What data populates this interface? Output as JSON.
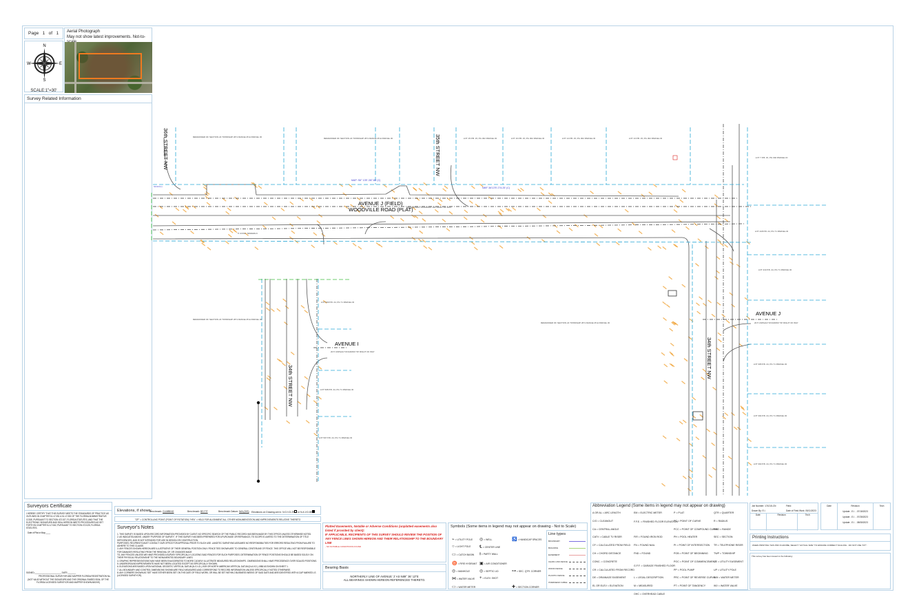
{
  "header": {
    "page_label": "Page",
    "page_num": "1",
    "of_label": "of",
    "page_total": "1",
    "scale": "SCALE:1\"=30'",
    "compass": {
      "n": "N",
      "s": "S",
      "e": "E",
      "w": "W"
    },
    "aerial_title": "Aerial Photograph",
    "aerial_subtitle": "May not show latest improvements. Not-to-scale.",
    "survey_info_title": "Survey Related Information"
  },
  "map": {
    "streets": {
      "st36": "36th STREET NW",
      "st35": "35th STREET NW",
      "ave_j_field": "AVENUE J (FIELD)",
      "woodville": "WOODVILLE ROAD (PLAT)",
      "st34_left": "34th STREET NW",
      "st34_right": "34th STREET NW",
      "ave_i": "AVENUE I",
      "ave_j": "AVENUE J"
    },
    "parcels": [
      {
        "id": "rem1",
        "text": "REMAINDER OF SECTION 24 TOWNSHIP 28 S RANGE 25 E PARCEL ID"
      },
      {
        "id": "rem2",
        "text": "REMAINDER OF SECTION 24 TOWNSHIP 28 S RANGE 25 E PARCEL ID"
      },
      {
        "id": "lot15",
        "text": "LOT 15 P.B. 15, PG 302 PARCEL ID"
      },
      {
        "id": "lot16",
        "text": "LOT 16 P.B. 15, PG 302 PARCEL ID"
      },
      {
        "id": "lot14",
        "text": "LOT 14 P.B. 15, PG 302 PARCEL ID"
      },
      {
        "id": "lot13",
        "text": "LOT 13 P.B. 15, PG 302 PARCEL ID"
      },
      {
        "id": "lot_r1",
        "text": "LOT 7 P.B. 15, PG 302 PARCEL ID"
      },
      {
        "id": "lot418",
        "text": "LOT 418 P.B. 24, PG 71 PARCEL ID"
      },
      {
        "id": "lot419",
        "text": "LOT 419 P.B. 24, PG 71 PARCEL ID"
      },
      {
        "id": "rem3",
        "text": "REMAINDER OF SECTION 24 TOWNSHIP 28 S RANGE 25 E PARCEL ID"
      },
      {
        "id": "lot395",
        "text": "LOT 395 P.B. 24, PG 71 PARCEL ID"
      },
      {
        "id": "lot394",
        "text": "LOT 394 P.B. 24, PG 71 PARCEL ID"
      },
      {
        "id": "lot393",
        "text": "LOT 393 P.B. 24, PG 71 PARCEL ID"
      },
      {
        "id": "lot_l1",
        "text": "LOT 509 P.B. 24, PG 71 PARCEL ID"
      },
      {
        "id": "lot_l2",
        "text": "LOT 508 P.B. 24, PG 71 PARCEL ID"
      },
      {
        "id": "lot_l3",
        "text": "LOT 507 P.B. 24, PG 71 PARCEL ID"
      },
      {
        "id": "rem4",
        "text": "REMAINDER OF SECTION 24 TOWNSHIP 28 S RANGE 25 E PARCEL ID"
      }
    ],
    "notes": {
      "map_call_1": "MAP: S6° 13'E 287.80' (C)",
      "map_call_2": "N89° 36'13\"E 274.25' (C)",
      "ave_j_row": "28.5' ASPHALT ROADWAY 100' RIGHT OF WAY",
      "ave_i_row": "20.5' ASPHALT ROADWAY 50' RIGHT OF WAY",
      "ave_j2_row": "20.5' ASPHALT ROADWAY 50' RIGHT OF WAY",
      "sidewalk": "5' CONC. SIDEWALK",
      "ave_i_tag": "S0.02'(C)"
    }
  },
  "certificate": {
    "title": "Surveyors Certificate",
    "body": "I HEREBY CERTIFY THAT THIS SURVEY MEETS THE STANDARDS OF PRACTICE AS OUTLINED IN CHAPTER 5J-17.051 & 5J-17.052 OF THE FLORIDA ADMINISTRATIVE CODE, PURSUANT TO SECTION 472.027, FLORIDA STATUTES, AND THAT THE ELECTRONIC SIGNATURE AND SEAL HEREON MEETS PROCEDURES AS SET FORTH IN CHAPTER 5J-17.062, PURSUANT TO SECTION 472.025, FLORIDA STATUTES.",
    "date_label": "Date of Plat or Map:____",
    "signed": "SIGNED:_______________________ DATE:_______",
    "profession": "PROFESSIONAL SURVEYOR AND MAPPER FLORIDA REGISTRATION No.",
    "footer": "(NOT VALID WITHOUT THE SIGNATURE AND THE ORIGINAL RAISED SEAL OF THE FLORIDA LICENSED SURVEYOR AND MAPPER SHOWN ABOVE)"
  },
  "elevations": {
    "title": "Elevations, if shown:",
    "benchmark1_label": "Benchmark:",
    "benchmark1": "CLIMBING",
    "benchmark2_label": "Benchmark:",
    "benchmark2": "BS FIT",
    "datum_label": "Benchmark Datum:",
    "datum": "N/A (GIS)",
    "on_drawing_label": "Elevations on Drawing are in:",
    "opt1": "N.G.V.D.29",
    "or": "or",
    "opt2": "N.A.V.D.88",
    "cp_note": "\"CP\" = CONTROLLING POINT (POINT OF ROTATION)    \"HFA\" = HELD FOR ALIGNMENT    ALL OTHER MONUMENTATION AND IMPROVEMENTS RELATIVE THERETO"
  },
  "notes": {
    "title": "Surveyor's Notes",
    "items": [
      "1. THIS SURVEY IS BASED UPON RECORD INFORMATION PROVIDED BY CLIENT. NO SPECIFIC SEARCH OF THE PUBLIC RECORD HAS BEEN MADE BY THIS OFFICE UNLESS OTHERWISE NOTED.",
      "2. AS INDICATED ABOVE, UNDER \"PURPOSE OF SURVEY\", IF THIS SURVEY HAS BEEN PREPARED FOR A PURCHASE OR REFINANCE, ITS SCOPE IS LIMITED TO THE DETERMINATION OF TITLE DEFICIENCIES, AND IS NOT INTENDED FOR USE IN DESIGN OR CONSTRUCTION.",
      "   PURPOSES. RECIPIENTS MUST CONTACT OUR OFFICE FOR APPROVAL PRIOR TO SUCH USE. LANDTEC SURVEYING ASSUMES NO RESPONSIBILITIES FOR ERRORS RESULTING FROM FAILURE TO ADHERE TO THIS CLAUSE.",
      "3. ANY FENCES SHOWN HEREON ARE ILLUSTRATIVE OF THEIR GENERAL POSITION ONLY. FENCE TIES SHOWN ARE TO GENERAL CENTERLINE OF FENCE. THIS OFFICE WILL NOT BE RESPONSIBLE FOR DAMAGES RESULTING FROM THE REMOVAL OF, OR CHANGES MADE",
      "   TO, ANY FENCES UNLESS WE HAVE PROVIDED A SURVEY SPECIFICALLY LOCATING SAID FENCES FOR SUCH PURPOSES. DETERMINATION OF FENCE POSITIONS SHOULD BE BASED SOLELY ON THEIR PHYSICAL RELATIONSHIP TO THE MONUMENTED BOUNDARY LINES.",
      "4. GRAPHIC REPRESENTATIONS MAY HAVE BEEN EXAGGERATED TO MORE CLEARLY ILLUSTRATE MEASURED RELATIONSHIPS - DIMENSIONS SHALL HAVE PRECEDENCE OVER SCALED POSITIONS.",
      "5. UNDERGROUND IMPROVEMENTS HAVE NOT BEEN LOCATED EXCEPT AS SPECIFICALLY SHOWN.",
      "6. ELEVATIONS ARE BASED UPON NATIONAL GEODETIC VERTICAL DATUM (N.G.V.D.) 1929 OR NORTH AMERICAN VERTICAL DATUM (N.A.V.D.) 1988 AS SHOWN ON SHEET 1.",
      "7. ALL BOUNDARY AND CONTROL DIMENSIONS SHOWN ARE FIELD MEASURED AND CORRESPOND TO RECORD INFORMATION UNLESS SPECIFICALLY NOTED OTHERWISE.",
      "8. ANY CORNERS SHOWN AS 'SET' HAVE EITHER BEEN SET ON THE DATE OF FIELD WORK, OR WILL BE SET WITHIN 2 BUSINESS WEEKS OF SAID DATE AND ARE IDENTIFIED WITH A CAP MARKED LS (LICENSED SURVEYOR)."
    ]
  },
  "easements": {
    "title": "Platted Easements, Notable or Adverse Conditions (unplatted easements also listed if provided by client):",
    "warning": "IF APPLICABLE, RECIPIENTS OF THIS SURVEY SHOULD REVIEW THE POSITION OF ANY FENCE LINES SHOWN HEREON AND THEIR RELATIONSHIP TO THE BOUNDARY LINE",
    "none": "- NO NOTABLE CONDITIONS FOUND"
  },
  "bearing": {
    "title": "Bearing Basis",
    "line1": "NORTHERLY LINE OF AVENUE 'J' AS N89° 36' 13\"E",
    "line2": "ALL BEARINGS SHOWN HEREON REFERENCED THERETO."
  },
  "symbols": {
    "title": "Symbols (Some items in legend may not appear on drawing - Not to Scale)",
    "items": [
      "= UTILITY POLE",
      "= LIGHT POLE",
      "= CATCH BASIN",
      "= FIRE HYDRANT",
      "= MANHOLE",
      "= WATER VALVE",
      "= WATER METER",
      "= WELL",
      "= CENTER LINE",
      "= PARTY WALL",
      "= AIR CONDITIONER",
      "= SEPTIC LID",
      "= ELEV. SHOT",
      "= HANDICAP SPACES",
      "= SEC. QTR. CORNER",
      "= SECTION CORNER"
    ],
    "line_types_title": "Line types",
    "line_types": [
      {
        "label": "BOUNDARY",
        "color": "#7b6fe0"
      },
      {
        "label": "BUILDING",
        "color": "#a9d47a"
      },
      {
        "label": "EASEMENT",
        "color": "#e9a0a0"
      },
      {
        "label": "CHAIN LINK FENCE",
        "color": "#555"
      },
      {
        "label": "WOOD FENCE",
        "color": "#555"
      },
      {
        "label": "PLASTIC FENCE",
        "color": "#555"
      },
      {
        "label": "OVERHEAD CABLE",
        "color": "#555"
      }
    ]
  },
  "abbreviations": {
    "title": "Abbreviation Legend (Some items in legend may not appear on drawing)",
    "cols": [
      [
        "A OR AL = ARC LENGTH",
        "C/O = CLEANOUT",
        "CA = CENTRAL ANGLE",
        "CATV = CABLE TV RISER",
        "CF = CALCULATED FROM FIELD",
        "CH = CHORD DISTANCE",
        "CONC. = CONCRETE",
        "CR = CALCULATED FROM RECORD",
        "DE = DRAINAGE EASEMENT",
        "EL OR ELEV = ELEVATION"
      ],
      [
        "EM = ELECTRIC METER",
        "F.F.E. = FINISHED FLOOR ELEVATION",
        "FIR = FOUND IRON ROD",
        "FN = FOUND NAIL",
        "FND = FOUND",
        "G.F.F. = GARAGE FINISHED FLOOR",
        "L = LEGAL DESCRIPTION",
        "M = MEASURED",
        "OHC = OVERHEAD CABLE"
      ],
      [
        "P = PLAT",
        "PC = POINT OF CURVE",
        "PCC = POINT OF COMPOUND CURVE",
        "PH = POOL HEATER",
        "PI = POINT OF INTERSECTION",
        "POB = POINT OF BEGINNING",
        "POC = POINT OF COMMENCEMENT",
        "PP = POOL PUMP",
        "PRC = POINT OF REVERSE CURVE",
        "PT = POINT OF TANGENCY"
      ],
      [
        "QTR = QUARTER",
        "R = RADIUS",
        "RNG = RANGE",
        "SEC = SECTION",
        "TR = TELEPHONE RISER",
        "TWP = TOWNSHIP",
        "UE = UTILITY EASEMENT",
        "UP = UTILITY POLE",
        "WM = WATER METER",
        "WV = WATER VALVE"
      ]
    ]
  },
  "job": {
    "job_number_label": "Job Number:",
    "job_number": "174215-CN",
    "field_label": "Field:",
    "drawn_by_label": "Drawn By:",
    "drawn_by": "E.I.",
    "field_date_label": "Date of Field Work:",
    "field_date": "05/11/2023",
    "cols": [
      "Date",
      "Revision",
      "Tech"
    ]
  },
  "revisions": {
    "cols": [
      "Date",
      "Revision",
      "Tech"
    ],
    "rows": [
      "Update - E.I. - 07/18/2023",
      "Update - E.I. - 07/28/2023",
      "Update - E.I. - 08/08/2023"
    ]
  },
  "printing": {
    "title": "Printing Instructions",
    "text": "WHEN PRINTING THIS PDF IN ADOBE, SELECT \"ACTUAL SIZE\" TO ENSURE CORRECT SCALING - DO NOT USE \"FIT\"."
  },
  "issued": {
    "text": "This survey has been issued to the following:"
  },
  "colors": {
    "frame": "#b9d3e6",
    "boundary": "#2aa7d6",
    "elevation_labels": "#f0a030",
    "easement_red": "#d9231f",
    "map_call_blue": "#3a3ad0"
  }
}
